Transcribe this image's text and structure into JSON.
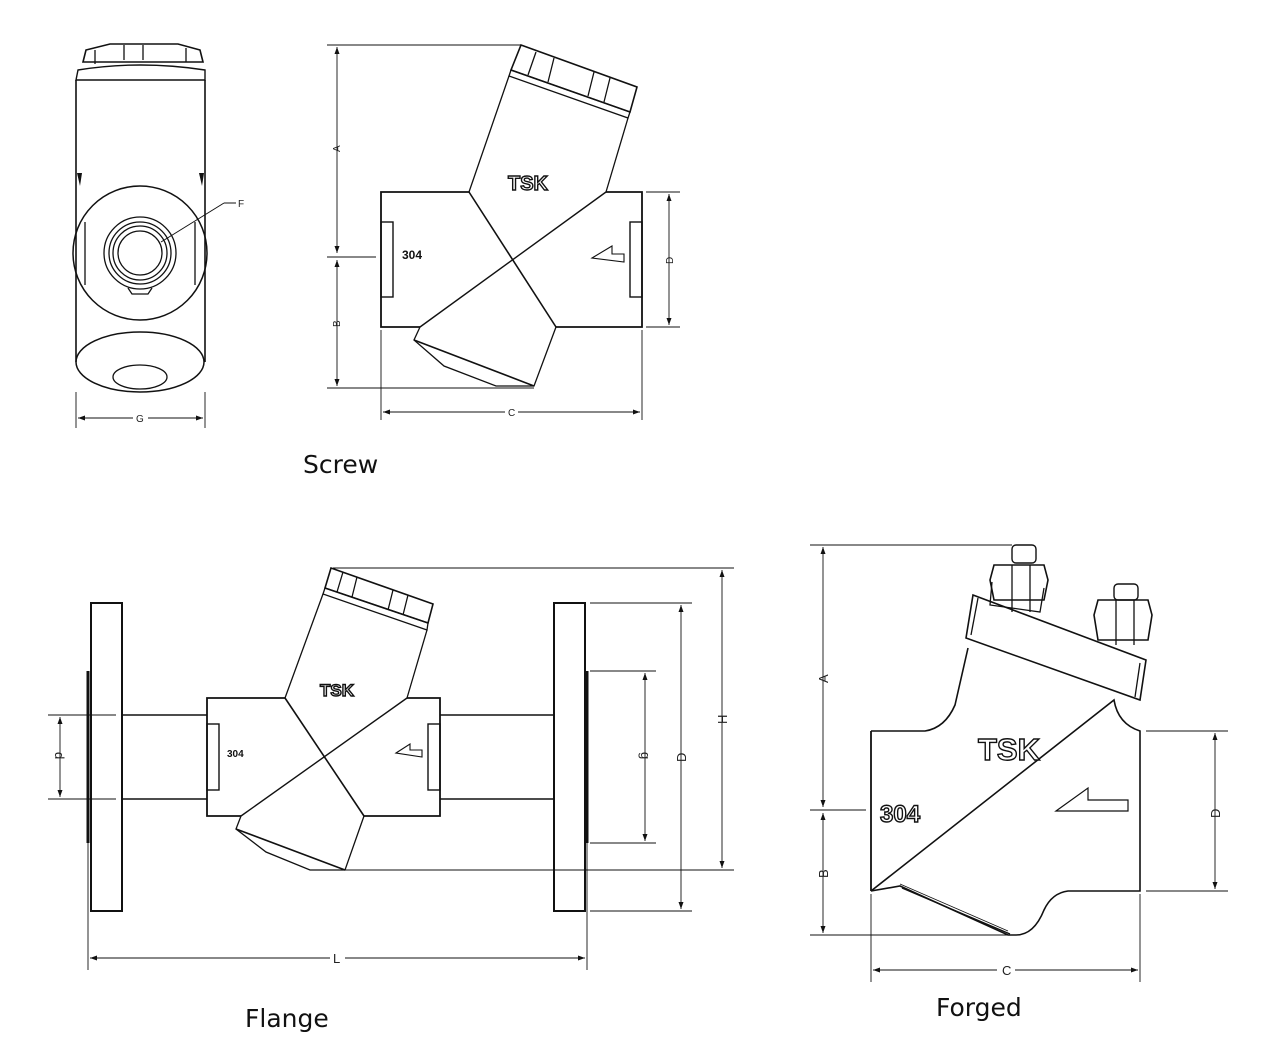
{
  "figure": {
    "views": [
      {
        "id": "screw",
        "caption": "Screw",
        "side_view_labels": {
          "F": "F",
          "G": "G"
        },
        "front_view_labels": {
          "A": "A",
          "B": "B",
          "C": "C",
          "D": "D"
        },
        "brand_mark": "TSK",
        "material_mark": "304"
      },
      {
        "id": "flange",
        "caption": "Flange",
        "labels": {
          "d": "d",
          "g": "g",
          "D": "D",
          "H": "H",
          "L": "L"
        },
        "brand_mark": "TSK",
        "material_mark": "304"
      },
      {
        "id": "forged",
        "caption": "Forged",
        "labels": {
          "A": "A",
          "B": "B",
          "C": "C",
          "D": "D"
        },
        "brand_mark": "TSK",
        "material_mark": "304"
      }
    ],
    "colors": {
      "line": "#111111",
      "background": "#ffffff"
    }
  }
}
